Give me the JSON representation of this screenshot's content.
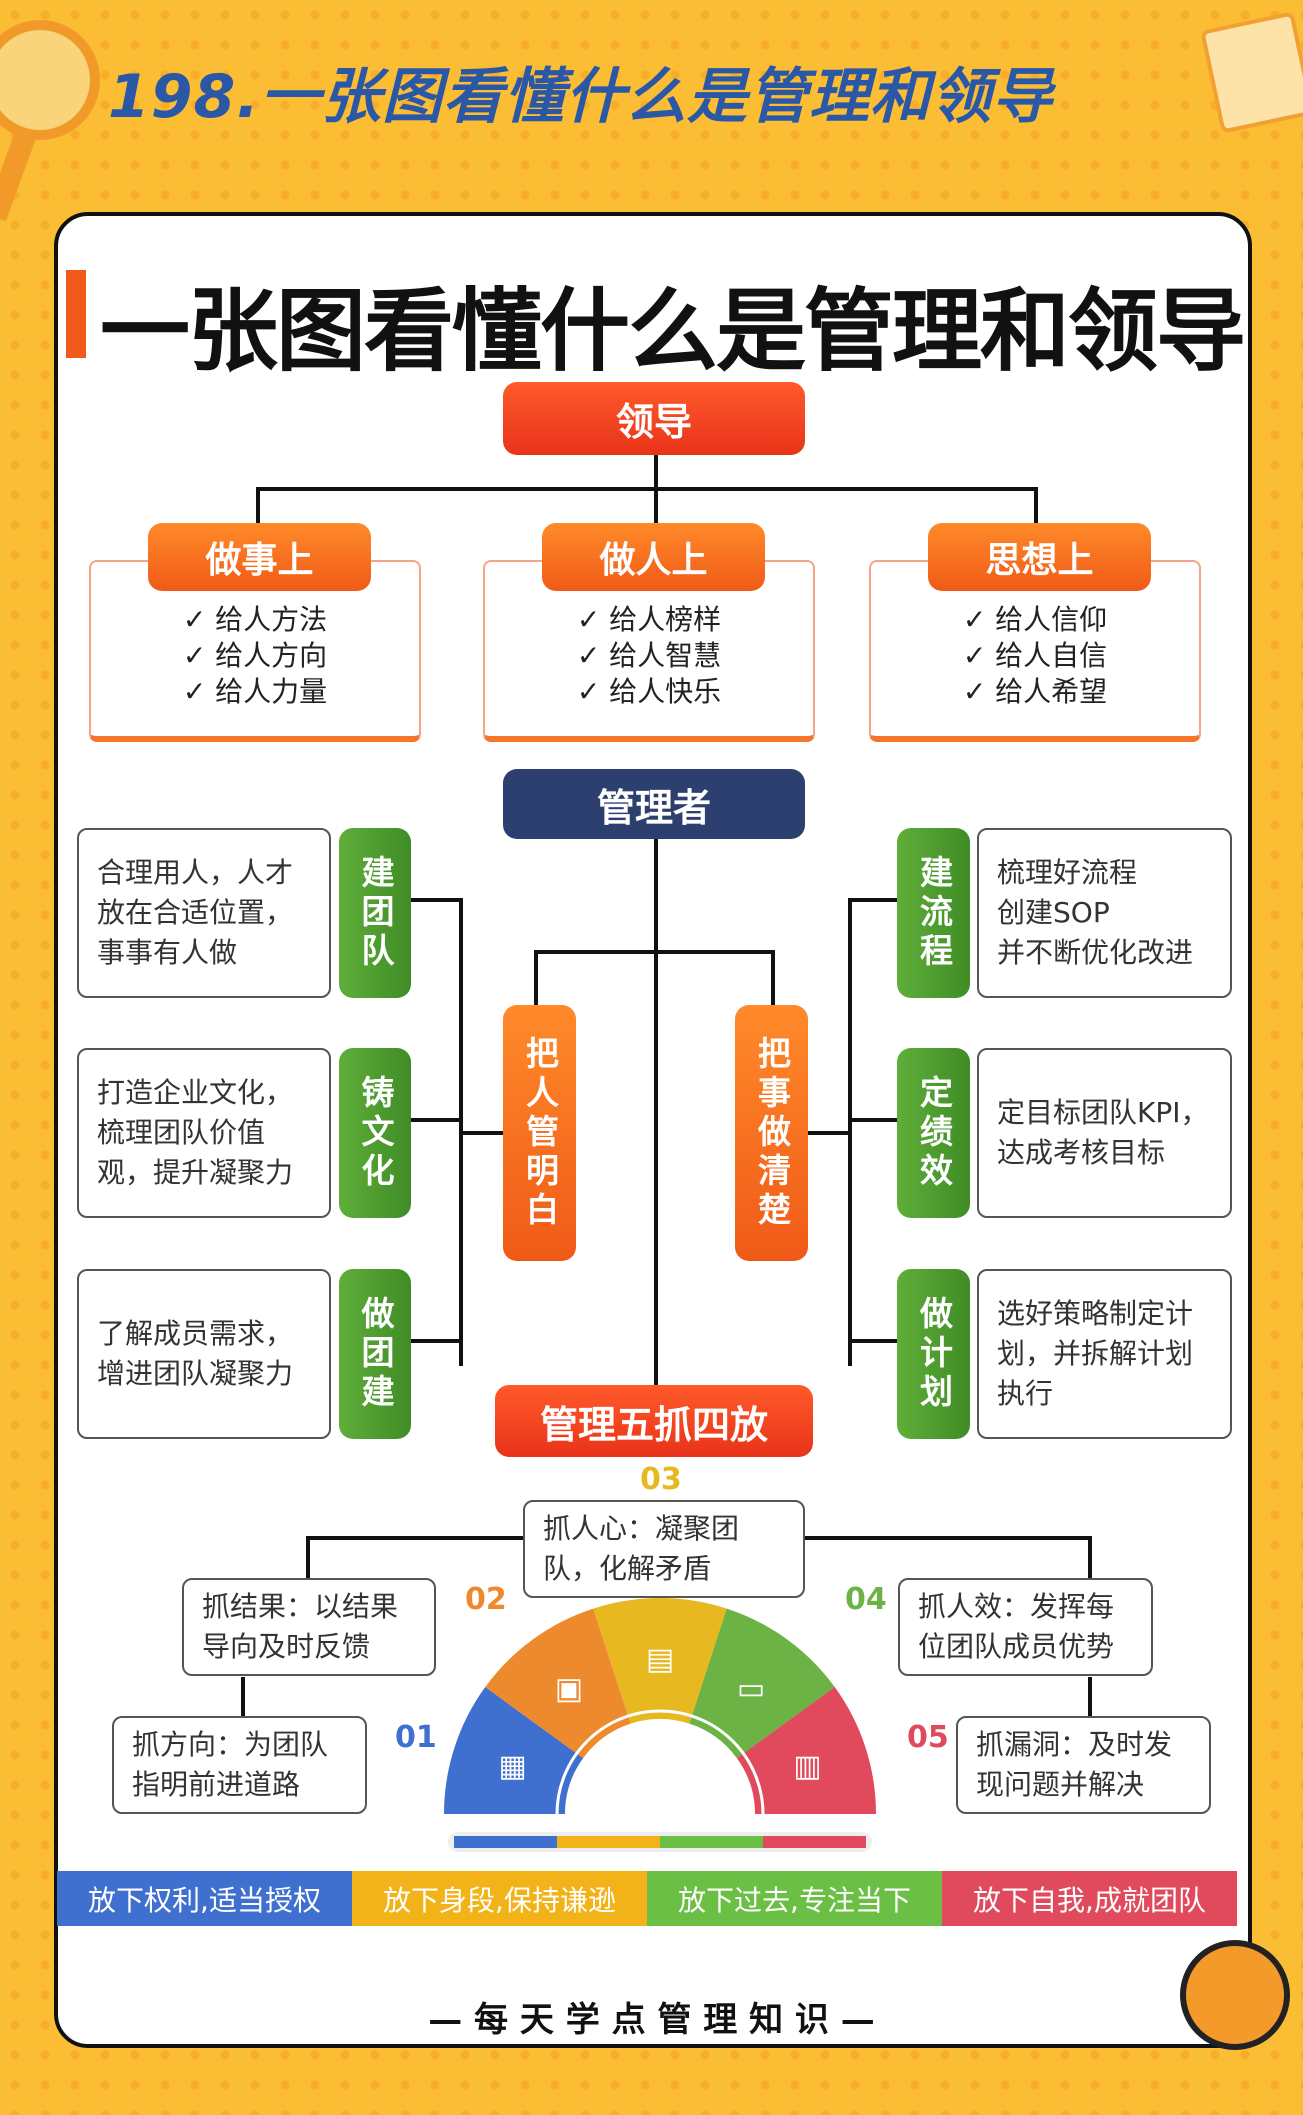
{
  "top_title": "198.一张图看懂什么是管理和领导",
  "heading": "一张图看懂什么是管理和领导",
  "leader": "领导",
  "leader_groups": [
    {
      "label": "做事上",
      "items": [
        "✓ 给人方法",
        "✓ 给人方向",
        "✓ 给人力量"
      ]
    },
    {
      "label": "做人上",
      "items": [
        "✓ 给人榜样",
        "✓ 给人智慧",
        "✓ 给人快乐"
      ]
    },
    {
      "label": "思想上",
      "items": [
        "✓ 给人信仰",
        "✓ 给人自信",
        "✓ 给人希望"
      ]
    }
  ],
  "manager": "管理者",
  "left_center": "把人管明白",
  "right_center": "把事做清楚",
  "left_items": [
    {
      "tag": "建团队",
      "text": "合理用人，人才放在合适位置，事事有人做"
    },
    {
      "tag": "铸文化",
      "text": "打造企业文化，梳理团队价值观，提升凝聚力"
    },
    {
      "tag": "做团建",
      "text": "了解成员需求，增进团队凝聚力"
    }
  ],
  "right_items": [
    {
      "tag": "建流程",
      "text": "梳理好流程\n创建SOP\n并不断优化改进"
    },
    {
      "tag": "定绩效",
      "text": "定目标团队KPI，达成考核目标"
    },
    {
      "tag": "做计划",
      "text": "选好策略制定计划，并拆解计划执行"
    }
  ],
  "five_four": "管理五抓四放",
  "grabs": [
    {
      "num": "01",
      "text": "抓方向：为团队指明前进道路",
      "color": "#3f6fcf"
    },
    {
      "num": "02",
      "text": "抓结果：以结果导向及时反馈",
      "color": "#ee8a2e"
    },
    {
      "num": "03",
      "text": "抓人心：凝聚团队，化解矛盾",
      "color": "#e8b820"
    },
    {
      "num": "04",
      "text": "抓人效：发挥每位团队成员优势",
      "color": "#6cb245"
    },
    {
      "num": "05",
      "text": "抓漏洞：及时发现问题并解决",
      "color": "#e04a5c"
    }
  ],
  "releases": [
    {
      "text": "放下权利,适当授权",
      "color": "#3f6fcf"
    },
    {
      "text": "放下身段,保持谦逊",
      "color": "#f2b318"
    },
    {
      "text": "放下过去,专注当下",
      "color": "#6cbf45"
    },
    {
      "text": "放下自我,成就团队",
      "color": "#e04a5c"
    }
  ],
  "footer": "— 每 天 学 点 管 理 知 识 —"
}
